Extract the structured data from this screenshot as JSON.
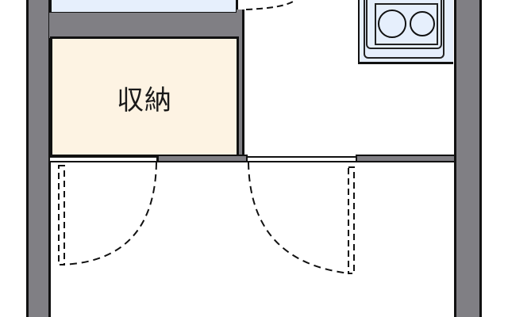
{
  "plan": {
    "rooms": [
      {
        "id": "storage",
        "label": "収納",
        "fill": "#fdf3e3"
      },
      {
        "id": "bathroom-top",
        "label": "",
        "fill": "#e6effc"
      },
      {
        "id": "kitchen",
        "label": "",
        "fill": "#ffffff"
      },
      {
        "id": "main-room",
        "label": "",
        "fill": "#ffffff"
      }
    ],
    "fixtures": [
      {
        "id": "two-burner-stove",
        "burners": 2,
        "fill": "#e6effc"
      }
    ],
    "doors": [
      {
        "id": "storage-door",
        "type": "swing"
      },
      {
        "id": "kitchen-door",
        "type": "swing"
      },
      {
        "id": "top-door",
        "type": "swing"
      }
    ],
    "colors": {
      "wall": "#807f84",
      "outline": "#111111",
      "storage": "#fdf3e3",
      "wet_area": "#e6effc"
    }
  }
}
